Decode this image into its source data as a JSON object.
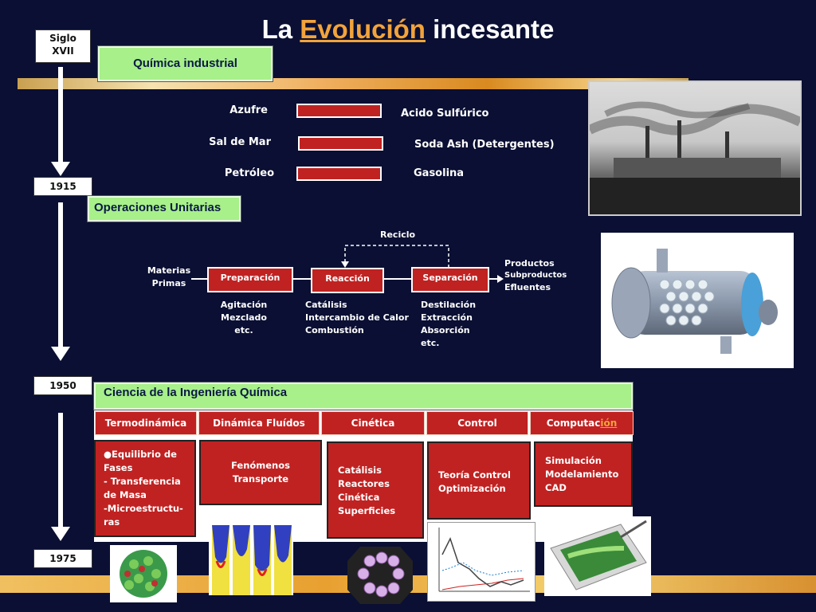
{
  "title": {
    "prefix": "La ",
    "highlight": "Evolución",
    "suffix": " incesante"
  },
  "timeline": {
    "siglo": "Siglo",
    "xvii": "XVII",
    "y1915": "1915",
    "y1950": "1950",
    "y1975": "1975"
  },
  "industrial": {
    "header": "Química industrial",
    "rows": [
      {
        "input": "Azufre",
        "output": "Acido Sulfúrico"
      },
      {
        "input": "Sal de Mar",
        "output": "Soda Ash (Detergentes)"
      },
      {
        "input": "Petróleo",
        "output": "Gasolina"
      }
    ]
  },
  "unit_ops": {
    "header": "Operaciones Unitarias",
    "reciclo": "Reciclo",
    "materias": "Materias",
    "primas": "Primas",
    "boxes": [
      "Preparación",
      "Reacción",
      "Separación"
    ],
    "outputs": [
      "Productos",
      "Subproductos",
      "Efluentes"
    ],
    "prep_items": [
      "Agitación",
      "Mezclado",
      "etc."
    ],
    "react_items": [
      "Catálisis",
      "Intercambio de Calor",
      "Combustión"
    ],
    "sep_items": [
      "Destilación",
      "Extracción",
      "Absorción",
      "etc."
    ]
  },
  "science": {
    "header": "Ciencia de la Ingeniería Química",
    "columns": [
      "Termodinámica",
      "Dinámica Fluídos",
      "Cinética",
      "Control"
    ],
    "computacion_prefix": "Computac",
    "computacion_suffix": "ión",
    "details": {
      "termo": [
        "●Equilibrio de",
        "Fases",
        "- Transferencia",
        "de Masa",
        " -Microestructu-",
        "ras"
      ],
      "fluidos": [
        "Fenómenos",
        "Transporte"
      ],
      "cinetica": [
        "Catálisis",
        "Reactores",
        "Cinética",
        "Superficies"
      ],
      "control": [
        "Teoría Control",
        "Optimización"
      ],
      "computacion": [
        "Simulación",
        "Modelamiento",
        "CAD"
      ]
    }
  },
  "colors": {
    "accent": "#f2a33a",
    "red": "#c02222",
    "green": "#a8f08a",
    "background": "#0a0f33"
  }
}
